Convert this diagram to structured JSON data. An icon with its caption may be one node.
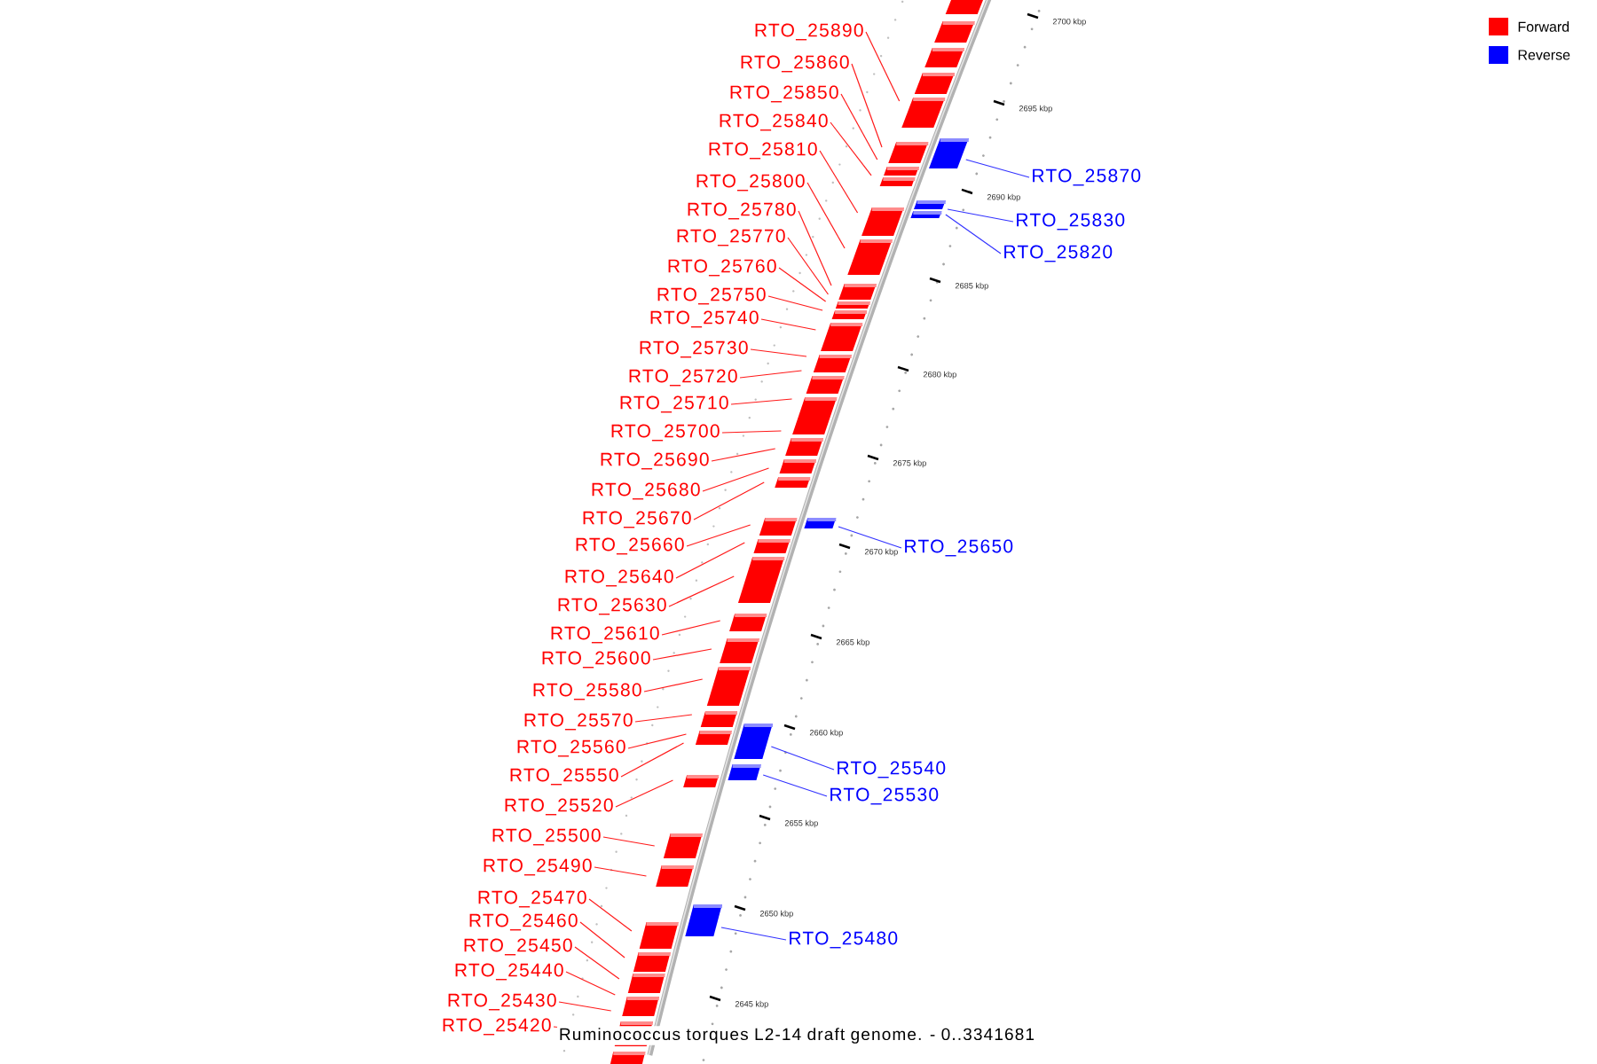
{
  "diagram": {
    "caption": "Ruminococcus torques L2-14 draft genome. - 0..3341681",
    "nodes": [
      {
        "text": [
          "RTO_25890"
        ]
      },
      {
        "text": [
          "RTO_25860"
        ]
      },
      {
        "text": [
          "RTO_25850"
        ]
      },
      {
        "text": [
          "RTO_25840"
        ]
      },
      {
        "text": [
          "RTO_25810"
        ]
      },
      {
        "text": [
          "RTO_25870"
        ]
      },
      {
        "text": [
          "RTO_25800"
        ]
      },
      {
        "text": [
          "RTO_25780"
        ]
      },
      {
        "text": [
          "RTO_25830"
        ]
      },
      {
        "text": [
          "RTO_25770"
        ]
      },
      {
        "text": [
          "RTO_25820"
        ]
      },
      {
        "text": [
          "RTO_25760"
        ]
      },
      {
        "text": [
          "RTO_25750"
        ]
      },
      {
        "text": [
          "RTO_25740"
        ]
      },
      {
        "text": [
          "RTO_25730"
        ]
      },
      {
        "text": [
          "RTO_25720"
        ]
      },
      {
        "text": [
          "RTO_25710"
        ]
      },
      {
        "text": [
          "RTO_25700"
        ]
      },
      {
        "text": [
          "RTO_25690"
        ]
      },
      {
        "text": [
          "RTO_25680"
        ]
      },
      {
        "text": [
          "RTO_25670"
        ]
      },
      {
        "text": [
          "RTO_25660"
        ]
      },
      {
        "text": [
          "RTO_25650"
        ]
      },
      {
        "text": [
          "RTO_25640"
        ]
      },
      {
        "text": [
          "RTO_25630"
        ]
      },
      {
        "text": [
          "RTO_25610"
        ]
      },
      {
        "text": [
          "RTO_25600"
        ]
      },
      {
        "text": [
          "RTO_25580"
        ]
      },
      {
        "text": [
          "RTO_25570"
        ]
      },
      {
        "text": [
          "RTO_25560"
        ]
      },
      {
        "text": [
          "RTO_25550"
        ]
      },
      {
        "text": [
          "RTO_25540"
        ]
      },
      {
        "text": [
          "RTO_25530"
        ]
      },
      {
        "text": [
          "RTO_25520"
        ]
      },
      {
        "text": [
          "RTO_25500"
        ]
      },
      {
        "text": [
          "RTO_25490"
        ]
      },
      {
        "text": [
          "RTO_25480"
        ]
      },
      {
        "text": [
          "RTO_25470"
        ]
      },
      {
        "text": [
          "RTO_25460"
        ]
      },
      {
        "text": [
          "RTO_25450"
        ]
      },
      {
        "text": [
          "RTO_25440"
        ]
      },
      {
        "text": [
          "RTO_25430"
        ]
      },
      {
        "text": [
          "RTO_25420"
        ]
      }
    ],
    "edges": [
      {
        "from": 0,
        "to": null,
        "arrow": "none"
      },
      {
        "from": 1,
        "to": null,
        "arrow": "none"
      },
      {
        "from": 2,
        "to": null,
        "arrow": "none"
      },
      {
        "from": 3,
        "to": null,
        "arrow": "none"
      },
      {
        "from": 4,
        "to": null,
        "arrow": "none"
      },
      {
        "from": 5,
        "to": null,
        "arrow": "none",
        "color": "#3333ff"
      },
      {
        "from": 6,
        "to": null,
        "arrow": "none"
      },
      {
        "from": 7,
        "to": null,
        "arrow": "none"
      },
      {
        "from": 8,
        "to": null,
        "arrow": "none",
        "color": "#3333ff"
      },
      {
        "from": 9,
        "to": null,
        "arrow": "none"
      },
      {
        "from": 10,
        "to": null,
        "arrow": "none",
        "color": "#3333ff"
      },
      {
        "from": 11,
        "to": null,
        "arrow": "none"
      },
      {
        "from": 12,
        "to": null,
        "arrow": "none"
      },
      {
        "from": 13,
        "to": null,
        "arrow": "none"
      },
      {
        "from": 14,
        "to": null,
        "arrow": "none"
      },
      {
        "from": 15,
        "to": null,
        "arrow": "none"
      },
      {
        "from": 16,
        "to": null,
        "arrow": "none"
      },
      {
        "from": 17,
        "to": null,
        "arrow": "none"
      },
      {
        "from": 18,
        "to": null,
        "arrow": "none"
      },
      {
        "from": 19,
        "to": null,
        "arrow": "none"
      },
      {
        "from": 20,
        "to": null,
        "arrow": "none"
      },
      {
        "from": 21,
        "to": null,
        "arrow": "none"
      },
      {
        "from": 22,
        "to": null,
        "arrow": "none",
        "color": "#3333ff"
      },
      {
        "from": 23,
        "to": null,
        "arrow": "none"
      },
      {
        "from": 24,
        "to": null,
        "arrow": "none"
      },
      {
        "from": 25,
        "to": null,
        "arrow": "none"
      },
      {
        "from": 26,
        "to": null,
        "arrow": "none"
      },
      {
        "from": 27,
        "to": null,
        "arrow": "none"
      },
      {
        "from": 28,
        "to": null,
        "arrow": "none"
      },
      {
        "from": 29,
        "to": null,
        "arrow": "none"
      },
      {
        "from": 30,
        "to": null,
        "arrow": "none"
      },
      {
        "from": 31,
        "to": null,
        "arrow": "none",
        "color": "#3333ff"
      },
      {
        "from": 32,
        "to": null,
        "arrow": "none",
        "color": "#3333ff"
      },
      {
        "from": 33,
        "to": null,
        "arrow": "none"
      },
      {
        "from": 34,
        "to": null,
        "arrow": "none"
      },
      {
        "from": 35,
        "to": null,
        "arrow": "none"
      },
      {
        "from": 36,
        "to": null,
        "arrow": "none",
        "color": "#3333ff"
      },
      {
        "from": 37,
        "to": null,
        "arrow": "none"
      },
      {
        "from": 38,
        "to": null,
        "arrow": "none"
      },
      {
        "from": 39,
        "to": null,
        "arrow": "none"
      },
      {
        "from": 40,
        "to": null,
        "arrow": "none"
      },
      {
        "from": 41,
        "to": null,
        "arrow": "none"
      },
      {
        "from": 42,
        "to": null,
        "arrow": "none"
      }
    ],
    "labels": [
      "2700 kbp",
      "2695 kbp",
      "2690 kbp",
      "2685 kbp",
      "2680 kbp",
      "2675 kbp",
      "2670 kbp",
      "2665 kbp",
      "2660 kbp",
      "2655 kbp",
      "2650 kbp",
      "2645 kbp"
    ],
    "legend": [
      {
        "text": "Forward",
        "color": "#ff0000"
      },
      {
        "text": "Reverse",
        "color": "#0000ff"
      }
    ]
  }
}
